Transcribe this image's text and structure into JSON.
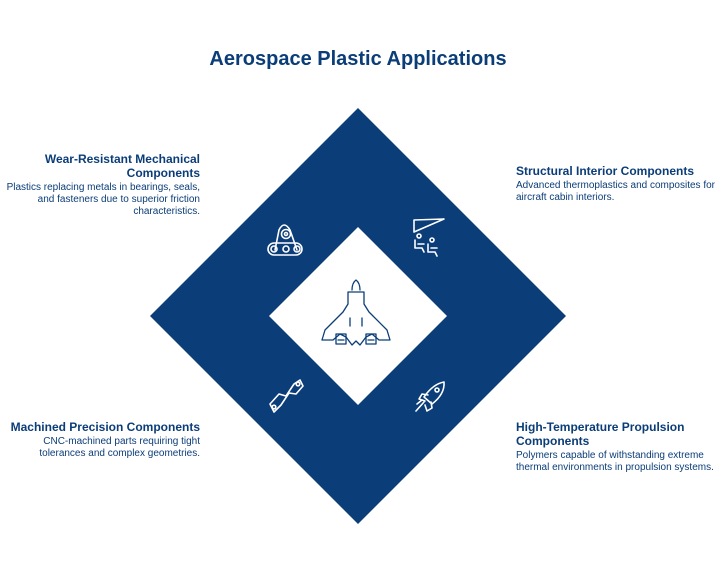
{
  "title": "Aerospace Plastic Applications",
  "colors": {
    "primary": "#0b3d78",
    "background": "#ffffff"
  },
  "quadrants": {
    "top_left": {
      "heading": "Wear-Resistant Mechanical Components",
      "text": "Plastics replacing metals in bearings, seals, and fasteners due to superior friction characteristics.",
      "icon": "gear-belt-icon"
    },
    "top_right": {
      "heading": "Structural Interior Components",
      "text": "Advanced thermoplastics and composites for aircraft cabin interiors.",
      "icon": "cabin-seats-icon"
    },
    "bottom_left": {
      "heading": "Machined Precision Components",
      "text": "CNC-machined parts requiring tight tolerances and complex geometries.",
      "icon": "machined-link-icon"
    },
    "bottom_right": {
      "heading": "High-Temperature Propulsion Components",
      "text": "Polymers capable of withstanding extreme thermal environments in propulsion systems.",
      "icon": "rocket-icon"
    }
  },
  "center_icon": "spacecraft-icon"
}
